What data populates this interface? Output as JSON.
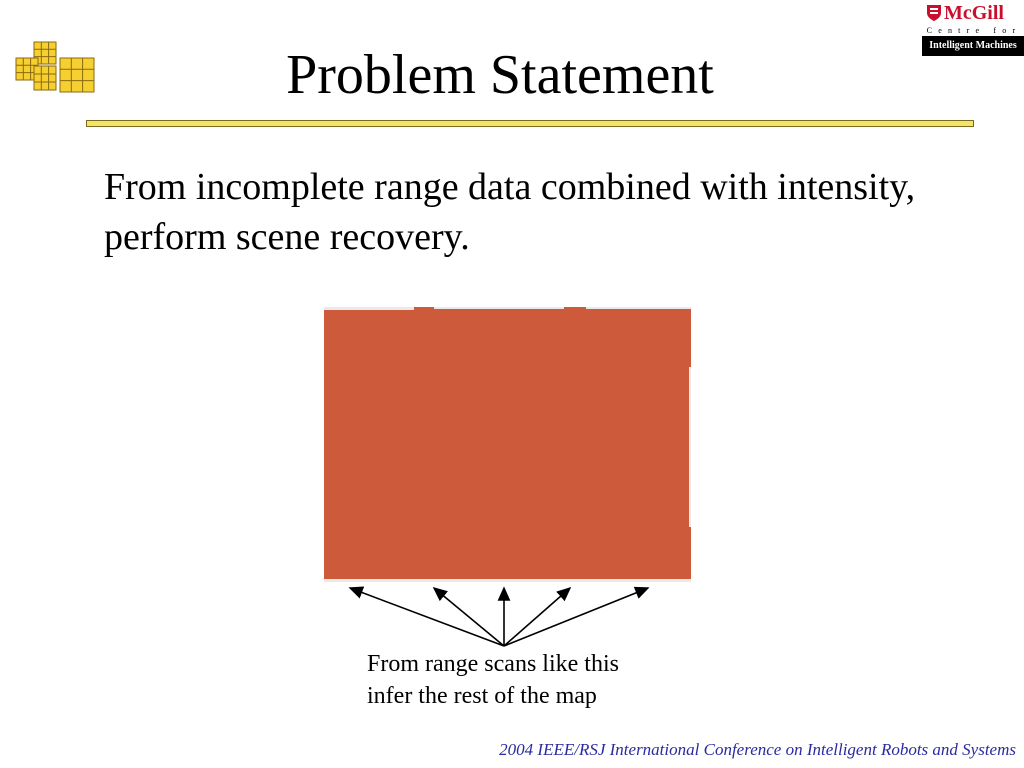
{
  "logo": {
    "name": "McGill",
    "centre_line": "Centre for",
    "bar_text": "Intelligent Machines"
  },
  "slide": {
    "title": "Problem Statement",
    "body": "From incomplete range data combined with intensity, perform scene recovery.",
    "caption_line1": "From range scans like this",
    "caption_line2": "infer the rest of the map"
  },
  "footer": {
    "text": "2004 IEEE/RSJ International Conference on Intelligent Robots and Systems"
  },
  "colors": {
    "title_rule": "#f4e46a",
    "scan_fill": "#cd5a3a",
    "footer_text": "#2a2aa0",
    "logo_red": "#c8102e"
  }
}
